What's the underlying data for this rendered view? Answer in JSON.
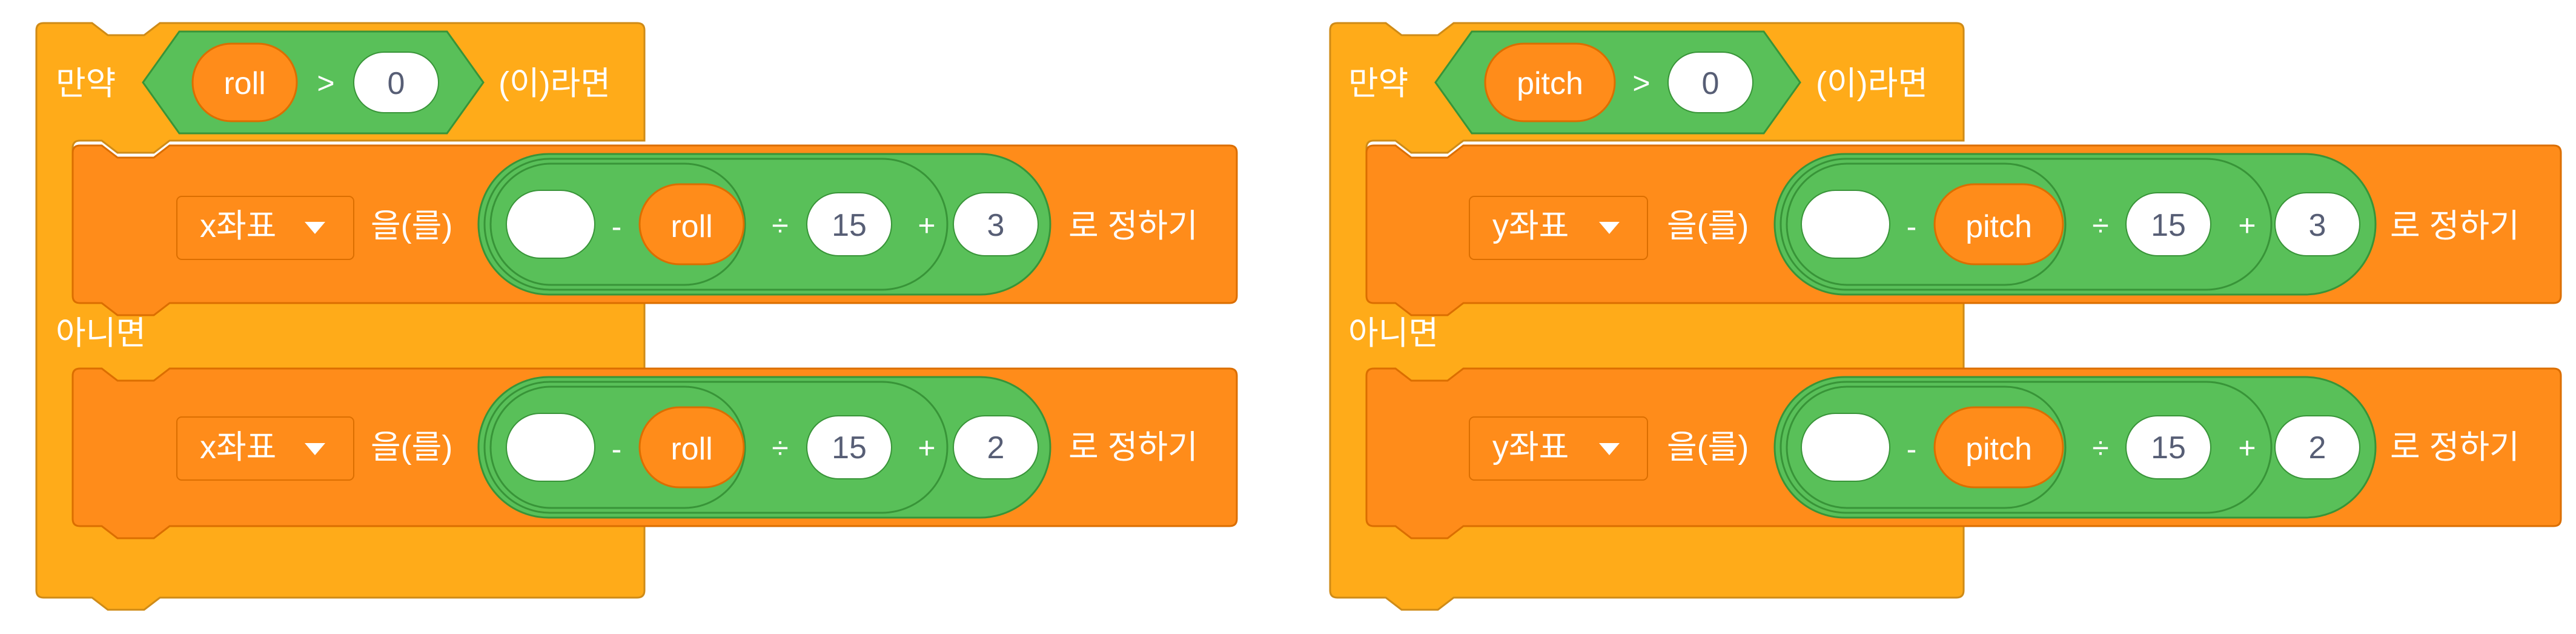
{
  "labels": {
    "if": "만약",
    "then": "(이)라면",
    "else": "아니면",
    "to": "을(를)",
    "set_suffix": "로 정하기"
  },
  "operators": {
    "gt": ">",
    "minus": "-",
    "divide": "÷",
    "plus": "+"
  },
  "scripts": [
    {
      "condition": {
        "reporter": "roll",
        "value": "0"
      },
      "then_block": {
        "variable": "x좌표",
        "blank": "",
        "reporter": "roll",
        "divisor": "15",
        "addend": "3"
      },
      "else_block": {
        "variable": "x좌표",
        "blank": "",
        "reporter": "roll",
        "divisor": "15",
        "addend": "2"
      }
    },
    {
      "condition": {
        "reporter": "pitch",
        "value": "0"
      },
      "then_block": {
        "variable": "y좌표",
        "blank": "",
        "reporter": "pitch",
        "divisor": "15",
        "addend": "3"
      },
      "else_block": {
        "variable": "y좌표",
        "blank": "",
        "reporter": "pitch",
        "divisor": "15",
        "addend": "2"
      }
    }
  ],
  "colors": {
    "control": "#FFAB19",
    "control_border": "#CF8B17",
    "motion_set": "#FF8C1A",
    "motion_set_border": "#DB6E00",
    "operator": "#59C059",
    "operator_border": "#389438",
    "reporter": "#FF8C1A",
    "input_bg": "#FFFFFF",
    "input_text": "#575E75"
  },
  "icons": {
    "dropdown": "triangle-down-icon"
  }
}
